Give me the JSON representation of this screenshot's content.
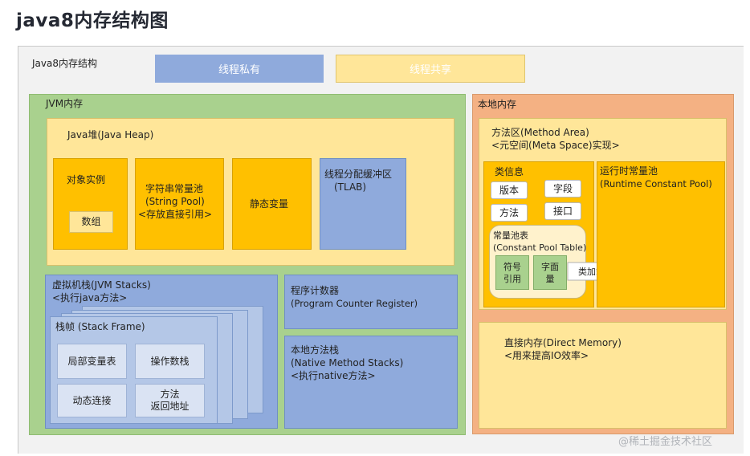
{
  "page_title": "java8内存结构图",
  "diagram": {
    "title": "Java8内存结构",
    "legend": {
      "private_label": "线程私有",
      "shared_label": "线程共享"
    },
    "jvm": {
      "label": "JVM内存",
      "heap": {
        "label": "Java堆(Java Heap)",
        "object_instance": {
          "label": "对象实例",
          "array_label": "数组"
        },
        "string_pool": [
          "字符串常量池",
          "(String Pool)",
          "<存放直接引用>"
        ],
        "static_variables": "静态变量",
        "tlab": [
          "线程分配缓冲区",
          "(TLAB)"
        ]
      },
      "jvm_stacks": {
        "label": [
          "虚拟机栈(JVM Stacks)",
          "<执行java方法>"
        ],
        "stack_frame": {
          "label": "栈帧  (Stack Frame)",
          "local_vars": "局部变量表",
          "operand_stack": "操作数栈",
          "dynamic_linking": "动态连接",
          "return_address": [
            "方法",
            "返回地址"
          ]
        }
      },
      "program_counter": [
        "程序计数器",
        "(Program Counter Register)"
      ],
      "native_stacks": [
        "本地方法栈",
        "(Native Method Stacks)",
        "<执行native方法>"
      ]
    },
    "native_memory": {
      "label": "本地内存",
      "method_area": {
        "label": [
          "方法区(Method Area)",
          "<元空间(Meta Space)实现>"
        ],
        "class_info": {
          "label": "类信息",
          "items": [
            "版本",
            "字段",
            "方法",
            "接口"
          ],
          "constant_pool": {
            "label": [
              "常量池表",
              "(Constant Pool Table)"
            ],
            "symbol_ref": [
              "符号",
              "引用"
            ],
            "literal": [
              "字面",
              "量"
            ]
          }
        },
        "class_load_arrow": "类加载后",
        "runtime_constant_pool": [
          "运行时常量池",
          "(Runtime Constant Pool)"
        ]
      },
      "direct_memory": [
        "直接内存(Direct Memory)",
        "<用来提高IO效率>"
      ]
    },
    "watermark": "@稀土掘金技术社区"
  },
  "colors": {
    "private": "#8faadc",
    "shared": "#ffe699",
    "jvm_bg": "#a9d18e",
    "native_bg": "#f4b183",
    "orange": "#ffc000",
    "light_green": "#a9d18e",
    "light_blue": "#b4c7e7"
  }
}
